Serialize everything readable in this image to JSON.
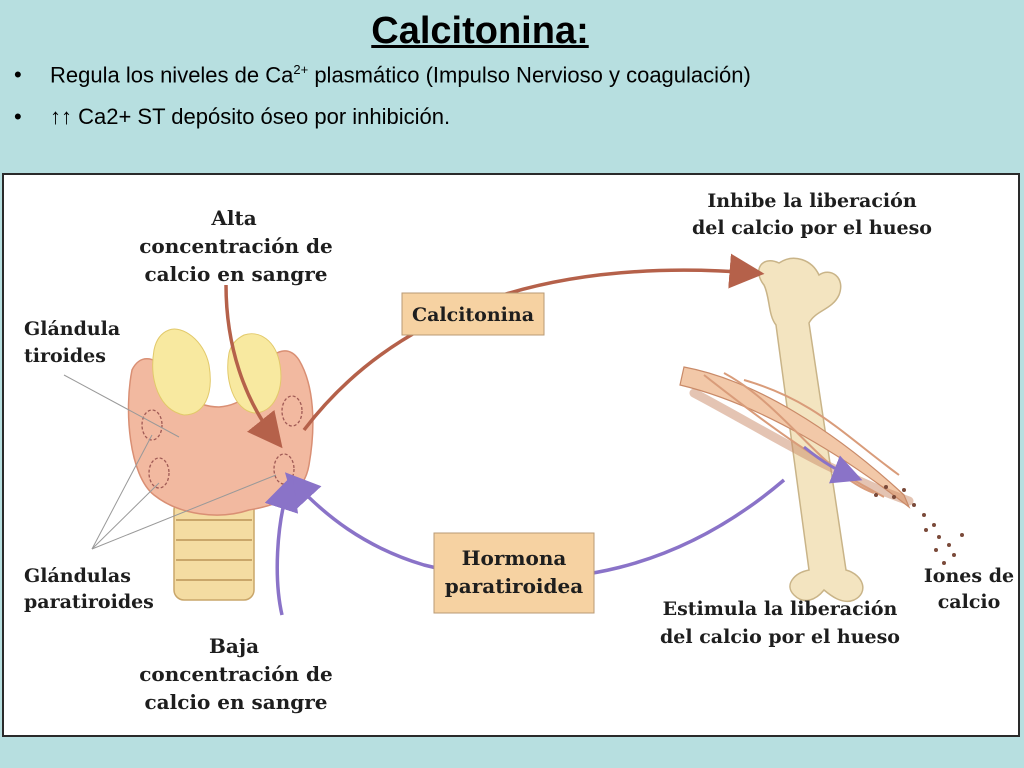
{
  "slide": {
    "title": "Calcitonina:",
    "bullets": [
      {
        "marker": "•",
        "text_main": "Regula los niveles de Ca",
        "superscript": "2+",
        "text_rest": " plasmático (Impulso Nervioso y coagulación)"
      },
      {
        "marker": "•",
        "text_main": "↑↑ Ca2+ ST depósito óseo por inhibición."
      }
    ]
  },
  "diagram": {
    "labels": {
      "alta": [
        "Alta",
        "concentración de",
        "calcio en sangre"
      ],
      "glandula_tiroides": [
        "Glándula",
        "tiroides"
      ],
      "glandulas_paratiroides": [
        "Glándulas",
        "paratiroides"
      ],
      "baja": [
        "Baja",
        "concentración de",
        "calcio en sangre"
      ],
      "calcitonina_box": "Calcitonina",
      "hormona_box": [
        "Hormona",
        "paratiroidea"
      ],
      "inhibe": [
        "Inhibe la liberación",
        "del calcio por el hueso"
      ],
      "estimula": [
        "Estimula la liberación",
        "del calcio por el hueso"
      ],
      "iones": [
        "Iones de",
        "calcio"
      ]
    },
    "colors": {
      "slide_background": "#b7dfe0",
      "calcitonina_arrow": "#b5614a",
      "hormona_arrow": "#8a73c8",
      "label_box": "#f6d2a2",
      "thyroid": "#f2b9a0",
      "thyroid_lobes": "#f8e9a0",
      "bone": "#f3e4c0",
      "trachea": "#f4dca2"
    }
  }
}
